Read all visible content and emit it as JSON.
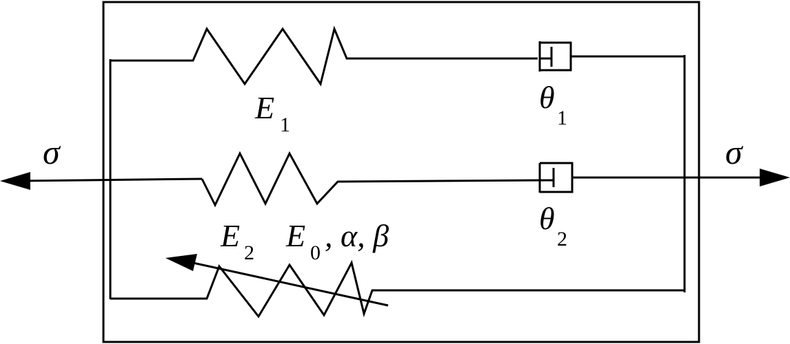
{
  "labels": {
    "stress_left": "σ",
    "stress_right": "σ",
    "spring1_main": "E",
    "spring1_sub": "1",
    "spring2_main": "E",
    "spring2_sub": "2",
    "damper1_main": "θ",
    "damper1_sub": "1",
    "damper2_main": "θ",
    "damper2_sub": "2",
    "spring3_main": "E",
    "spring3_sub": "0",
    "spring3_params": ", α, β"
  }
}
